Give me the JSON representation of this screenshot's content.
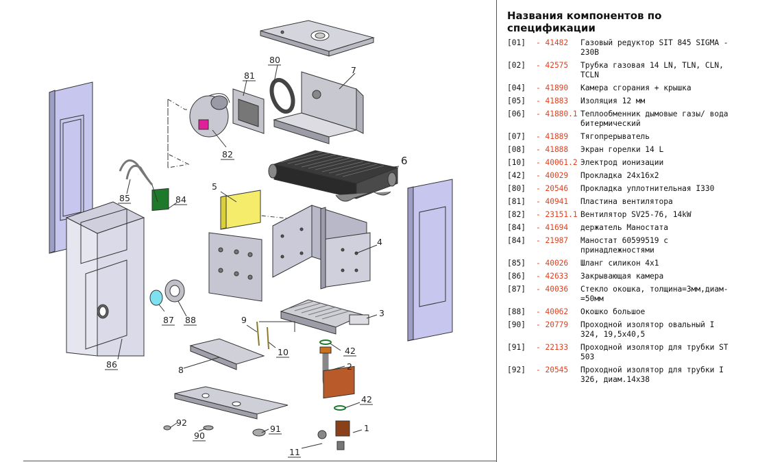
{
  "spec": {
    "title": "Названия компонентов по спецификации",
    "items": [
      {
        "idx": "[01]",
        "code": "- 41482",
        "name": "Газовый редуктор SIT 845 SIGMA - 230В"
      },
      {
        "idx": "[02]",
        "code": "- 42575",
        "name": "Трубка газовая 14 LN, TLN, CLN, TCLN"
      },
      {
        "idx": "[04]",
        "code": "- 41890",
        "name": "Камера сгорания + крышка"
      },
      {
        "idx": "[05]",
        "code": "- 41883",
        "name": "Изоляция 12 мм"
      },
      {
        "idx": "[06]",
        "code": "- 41880.1",
        "name": "Теплообменник дымовые газы/ вода битермический"
      },
      {
        "idx": "[07]",
        "code": "- 41889",
        "name": "Тягопрерыватель"
      },
      {
        "idx": "[08]",
        "code": "- 41888",
        "name": "Экран горелки 14 L"
      },
      {
        "idx": "[10]",
        "code": "- 40061.2",
        "name": "Электрод ионизации"
      },
      {
        "idx": "[42]",
        "code": "- 40029",
        "name": "Прокладка 24х16х2"
      },
      {
        "idx": "[80]",
        "code": "- 20546",
        "name": "Прокладка уплотнительная I330"
      },
      {
        "idx": "[81]",
        "code": "- 40941",
        "name": "Пластина вентилятора"
      },
      {
        "idx": "[82]",
        "code": "- 23151.1",
        "name": "Вентилятор SV25-76, 14kW"
      },
      {
        "idx": "[84]",
        "code": "- 41694",
        "name": "держатель Маностата"
      },
      {
        "idx": "[84]",
        "code": "- 21987",
        "name": "Маностат 60599519 с принадлежностями"
      },
      {
        "idx": "[85]",
        "code": "- 40026",
        "name": "Шланг силикон 4х1"
      },
      {
        "idx": "[86]",
        "code": "- 42633",
        "name": "Закрывающая камера"
      },
      {
        "idx": "[87]",
        "code": "- 40036",
        "name": "Стекло окошка, толщина=3мм,диам-=50мм"
      },
      {
        "idx": "[88]",
        "code": "- 40062",
        "name": "Окошко большое"
      },
      {
        "idx": "[90]",
        "code": "- 20779",
        "name": "Проходной изолятор овальный I 324, 19,5х40,5"
      },
      {
        "idx": "[91]",
        "code": "- 22133",
        "name": "Проходной изолятор для трубки ST 503"
      },
      {
        "idx": "[92]",
        "code": "- 20545",
        "name": "Проходной изолятор для трубки I 326, диам.14х38"
      }
    ]
  },
  "diagram": {
    "callouts": {
      "c1": "1",
      "c2": "2",
      "c3": "3",
      "c4": "4",
      "c5": "5",
      "c6": "6",
      "c7": "7",
      "c8": "8",
      "c9": "9",
      "c10": "10",
      "c11": "11",
      "c42a": "42",
      "c42b": "42",
      "c80": "80",
      "c81": "81",
      "c82": "82",
      "c84": "84",
      "c85": "85",
      "c86": "86",
      "c87": "87",
      "c88": "88",
      "c90": "90",
      "c91": "91",
      "c92": "92"
    }
  }
}
